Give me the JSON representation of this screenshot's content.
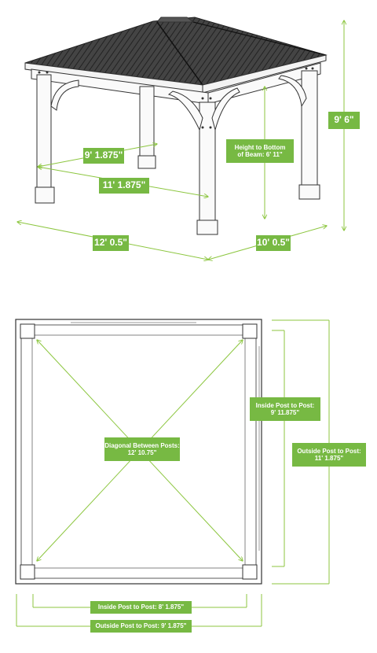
{
  "top_view": {
    "dims": {
      "height_total": "9' 6\"",
      "height_to_beam_line1": "Height to Bottom",
      "height_to_beam_line2": "of Beam: 6' 11\"",
      "depth_short": "9' 1.875\"",
      "width_inner": "11' 1.875\"",
      "width_outer": "12' 0.5\"",
      "depth_outer": "10' 0.5\""
    }
  },
  "plan_view": {
    "diagonal_line1": "Diagonal Between Posts:",
    "diagonal_line2": "12' 10.75\"",
    "inside_right_line1": "Inside Post to Post:",
    "inside_right_line2": "9' 11.875\"",
    "outside_right_line1": "Outside Post to Post:",
    "outside_right_line2": "11' 1.875\"",
    "inside_bottom": "Inside Post to Post: 8' 1.875\"",
    "outside_bottom": "Outside Post to Post: 9' 1.875\""
  },
  "colors": {
    "accent": "#77b943",
    "line": "#333333",
    "roof": "#3a3a3a"
  }
}
